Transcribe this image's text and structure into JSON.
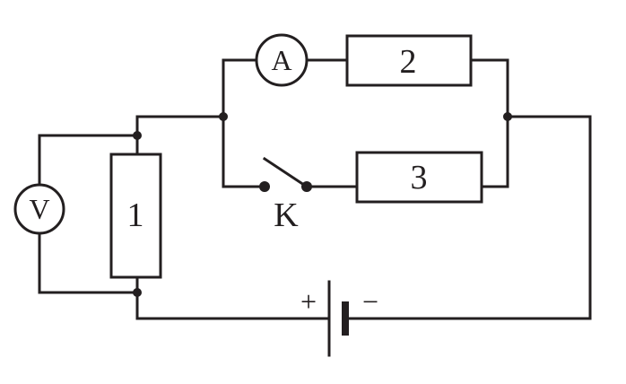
{
  "labels": {
    "resistor_1": "1",
    "resistor_2": "2",
    "resistor_3": "3",
    "ammeter": "A",
    "voltmeter": "V",
    "switch": "K",
    "battery_plus": "+",
    "battery_minus": "−"
  },
  "colors": {
    "stroke": "#231f20",
    "background": "#ffffff"
  }
}
